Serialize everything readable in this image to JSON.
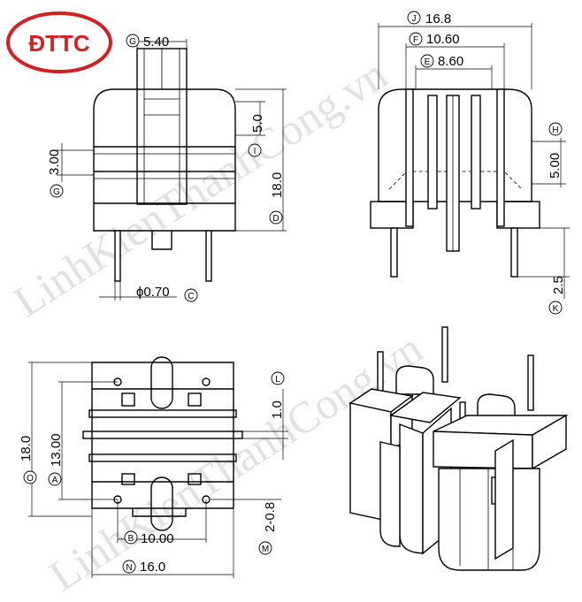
{
  "logo": {
    "text": "ĐTTC",
    "color": "#d42020"
  },
  "watermark": {
    "text": "LinhKienThanhCong.vn"
  },
  "front_view": {
    "dim_G_width": {
      "marker": "G",
      "value": "5.40"
    },
    "dim_I": {
      "marker": "I",
      "value": "5.0"
    },
    "dim_G_height": {
      "marker": "G",
      "value": "3.00"
    },
    "dim_D": {
      "marker": "D",
      "value": "18.0"
    },
    "dim_C": {
      "prefix": "ϕ0.70",
      "marker": "C"
    }
  },
  "side_view": {
    "dim_J": {
      "marker": "J",
      "value": "16.8"
    },
    "dim_F": {
      "marker": "F",
      "value": "10.60"
    },
    "dim_E": {
      "marker": "E",
      "value": "8.60"
    },
    "dim_H": {
      "marker": "H",
      "value": "5.00"
    },
    "dim_K": {
      "marker": "K",
      "value": "2.5"
    }
  },
  "bottom_view": {
    "dim_O": {
      "marker": "O",
      "value": "18.0"
    },
    "dim_A": {
      "marker": "A",
      "value": "13.00"
    },
    "dim_L": {
      "marker": "L",
      "value": "1.0"
    },
    "dim_M": {
      "marker": "M",
      "value": "2-0.8"
    },
    "dim_B": {
      "marker": "B",
      "value": "10.00"
    },
    "dim_N": {
      "marker": "N",
      "value": "16.0"
    }
  }
}
